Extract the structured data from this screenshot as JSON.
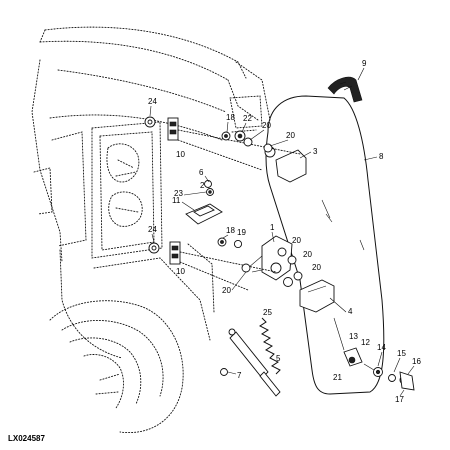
{
  "figure_code": "LX024587",
  "callouts": [
    "1",
    "2",
    "3",
    "4",
    "5",
    "6",
    "7",
    "8",
    "9",
    "10",
    "10",
    "11",
    "12",
    "13",
    "14",
    "15",
    "16",
    "17",
    "18",
    "18",
    "19",
    "20",
    "20",
    "20",
    "20",
    "20",
    "20",
    "21",
    "22",
    "23",
    "24",
    "24",
    "25"
  ]
}
